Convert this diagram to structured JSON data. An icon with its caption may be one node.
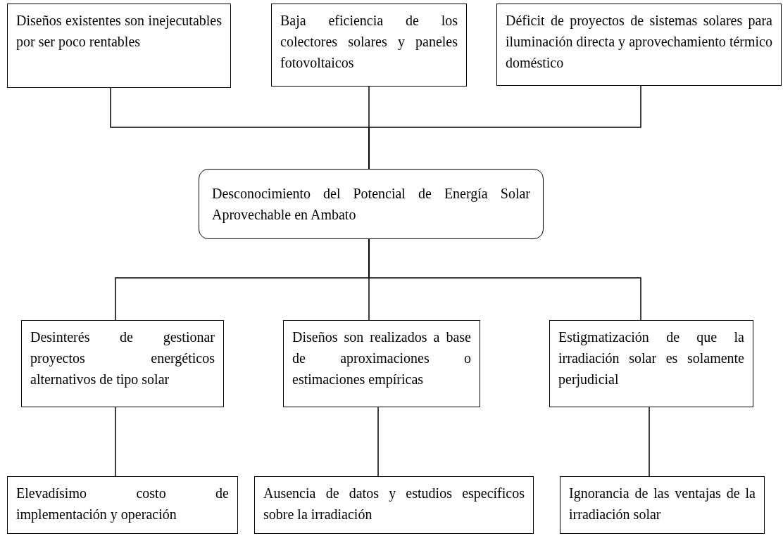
{
  "diagram": {
    "nodes": [
      {
        "text": [
          "Diseños existentes son inejecutables por ser poco rentables"
        ]
      },
      {
        "text": [
          "Baja eficiencia de los colectores solares y paneles fotovoltaicos"
        ]
      },
      {
        "text": [
          "Déficit de proyectos de sistemas solares para iluminación directa y aprovechamiento térmico doméstico"
        ]
      },
      {
        "text": [
          "Desconocimiento del Potencial de Energía Solar Aprovechable en Ambato"
        ]
      },
      {
        "text": [
          "Desinterés de gestionar proyectos energéticos alternativos de tipo solar"
        ]
      },
      {
        "text": [
          "Diseños son realizados a base de aproximaciones o estimaciones empíricas"
        ]
      },
      {
        "text": [
          "Estigmatización de que la irradiación solar es solamente perjudicial"
        ]
      },
      {
        "text": [
          "Elevadísimo costo de implementación y operación"
        ]
      },
      {
        "text": [
          "Ausencia de datos y estudios específicos sobre la irradiación"
        ]
      },
      {
        "text": [
          "Ignorancia de las ventajas de la irradiación solar"
        ]
      }
    ],
    "edges": [
      {
        "from": 0,
        "to": 3,
        "arrow": "none"
      },
      {
        "from": 1,
        "to": 3,
        "arrow": "none"
      },
      {
        "from": 2,
        "to": 3,
        "arrow": "none"
      },
      {
        "from": 3,
        "to": 4,
        "arrow": "none"
      },
      {
        "from": 3,
        "to": 5,
        "arrow": "none"
      },
      {
        "from": 3,
        "to": 6,
        "arrow": "none"
      },
      {
        "from": 4,
        "to": 7,
        "arrow": "none"
      },
      {
        "from": 5,
        "to": 8,
        "arrow": "none"
      },
      {
        "from": 6,
        "to": 9,
        "arrow": "none"
      }
    ]
  }
}
